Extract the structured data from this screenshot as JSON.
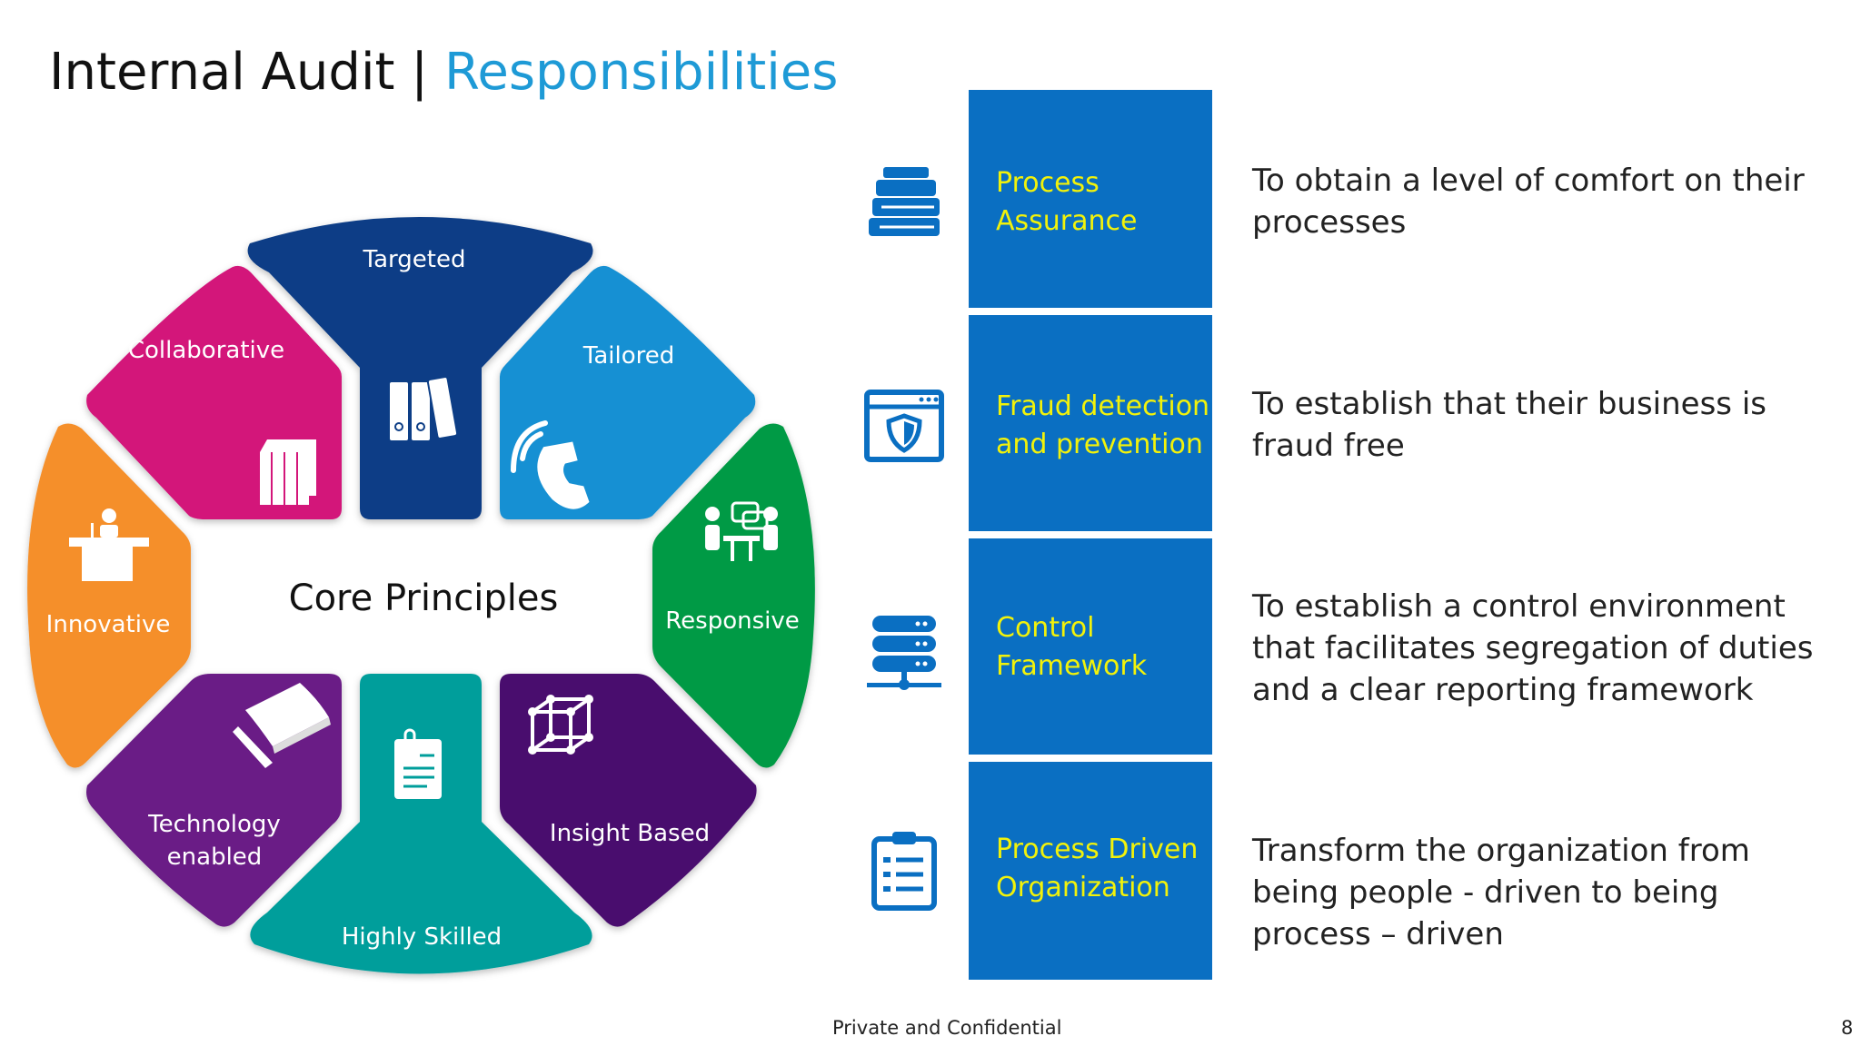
{
  "title": {
    "main": "Internal Audit | ",
    "accent": "Responsibilities"
  },
  "wheel": {
    "center": "Core Principles",
    "segments": [
      {
        "label": "Targeted",
        "color": "#0d3e86",
        "icon": "binders-icon"
      },
      {
        "label": "Tailored",
        "color": "#1590d3",
        "icon": "phone-icon"
      },
      {
        "label": "Responsive",
        "color": "#009a44",
        "icon": "meeting-icon"
      },
      {
        "label": "Insight Based",
        "color": "#4a0d6e",
        "icon": "cube-network-icon"
      },
      {
        "label": "Highly Skilled",
        "color": "#009e9b",
        "icon": "document-icon"
      },
      {
        "label_line1": "Technology",
        "label_line2": "enabled",
        "color": "#6b1f86",
        "icon": "book-pen-icon"
      },
      {
        "label": "Innovative",
        "color": "#f58f2a",
        "icon": "speaker-desk-icon"
      },
      {
        "label": "Collaborative",
        "color": "#d3127a",
        "icon": "books-icon"
      }
    ]
  },
  "responsibilities": [
    {
      "title_line1": "Process",
      "title_line2": "Assurance",
      "desc": "To obtain a level of comfort on their processes",
      "icon": "books-stack-icon"
    },
    {
      "title_line1": "Fraud detection",
      "title_line2": "and prevention",
      "desc": "To establish that their business is fraud free",
      "icon": "shield-window-icon"
    },
    {
      "title_line1": "Control",
      "title_line2": "Framework",
      "desc": "To establish a control environment that facilitates segregation of duties and a clear reporting framework",
      "icon": "server-icon"
    },
    {
      "title_line1": "Process Driven",
      "title_line2": "Organization",
      "desc": "Transform the organization from being people - driven to being process – driven",
      "icon": "clipboard-icon"
    }
  ],
  "colors": {
    "box": "#0a6fc2",
    "box_text": "#f2f20a",
    "accent": "#1e9ad6"
  },
  "footer": "Private and Confidential",
  "page_number": "8"
}
